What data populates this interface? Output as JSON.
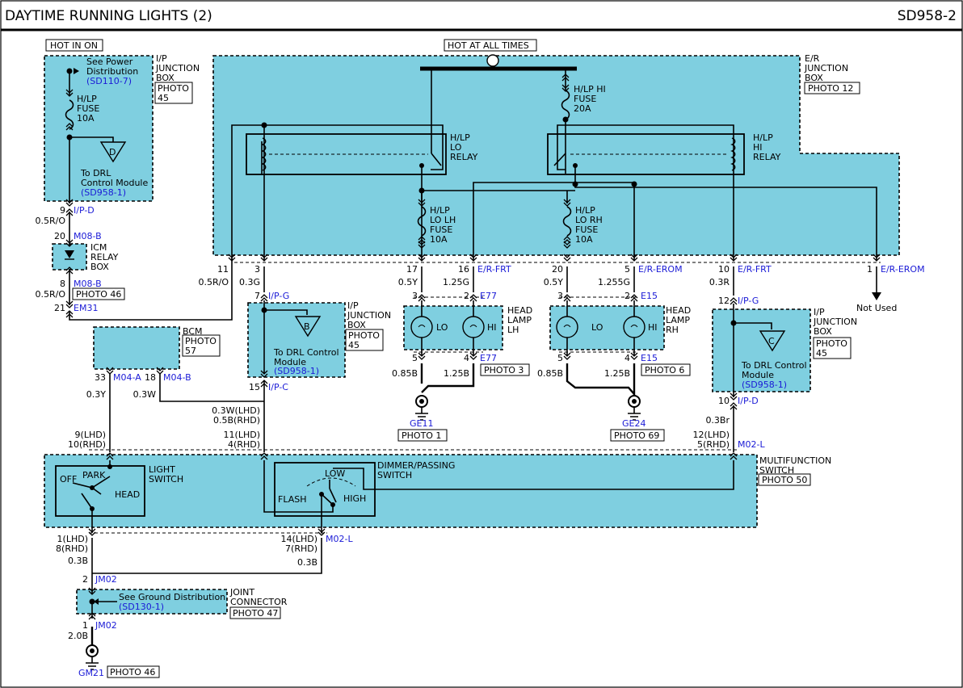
{
  "header": {
    "title": "DAYTIME RUNNING LIGHTS (2)",
    "code": "SD958-2"
  },
  "labels": {
    "hot_in_on": "HOT IN ON",
    "hot_all": "HOT AT ALL TIMES",
    "ip_box1": [
      "I/P",
      "JUNCTION",
      "BOX"
    ],
    "photo45a": "PHOTO",
    "photo45b": "45",
    "see_power": [
      "See Power",
      "Distribution"
    ],
    "sd110": "(SD110-7)",
    "hlp_fuse10": [
      "H/LP",
      "FUSE",
      "10A"
    ],
    "d_letter": "D",
    "to_drl_d": [
      "To DRL",
      "Control Module"
    ],
    "sd958_1": "(SD958-1)",
    "er_box": [
      "E/R",
      "JUNCTION",
      "BOX"
    ],
    "photo12": "PHOTO 12",
    "hlp_hi_fuse": [
      "H/LP HI",
      "FUSE",
      "20A"
    ],
    "lo_relay": [
      "H/LP",
      "LO",
      "RELAY"
    ],
    "hi_relay": [
      "H/LP",
      "HI",
      "RELAY"
    ],
    "lo_lh_fuse": [
      "H/LP",
      "LO LH",
      "FUSE",
      "10A"
    ],
    "lo_rh_fuse": [
      "H/LP",
      "LO RH",
      "FUSE",
      "10A"
    ],
    "icm": [
      "ICM",
      "RELAY",
      "BOX"
    ],
    "photo46": "PHOTO 46",
    "bcm": "BCM",
    "photo57": [
      "PHOTO",
      "57"
    ],
    "b_letter": "B",
    "to_drl_b": [
      "To DRL Control",
      "Module"
    ],
    "ip_box2": [
      "I/P",
      "JUNCTION",
      "BOX"
    ],
    "head_lh": [
      "HEAD",
      "LAMP",
      "LH"
    ],
    "head_rh": [
      "HEAD",
      "LAMP",
      "RH"
    ],
    "lo": "LO",
    "hi": "HI",
    "photo3": "PHOTO 3",
    "photo6": "PHOTO 6",
    "ge11": "GE11",
    "photo1": "PHOTO 1",
    "ge24": "GE24",
    "photo69": "PHOTO 69",
    "not_used": "Not Used",
    "c_letter": "C",
    "to_drl_c": [
      "To DRL Control",
      "Module"
    ],
    "ip_box3": [
      "I/P",
      "JUNCTION",
      "BOX"
    ],
    "multi": [
      "MULTIFUNCTION",
      "SWITCH"
    ],
    "photo50": "PHOTO 50",
    "light_switch": [
      "LIGHT",
      "SWITCH"
    ],
    "off": "OFF",
    "park": "PARK",
    "head": "HEAD",
    "dimmer": [
      "DIMMER/PASSING",
      "SWITCH"
    ],
    "low": "LOW",
    "flash": "FLASH",
    "high": "HIGH",
    "see_ground": "See Ground Distribution",
    "sd130": "(SD130-1)",
    "joint": [
      "JOINT",
      "CONNECTOR"
    ],
    "photo47": "PHOTO 47",
    "gm21": "GM21",
    "photo46b": "PHOTO 46"
  },
  "pins": {
    "p9": "9",
    "ipd": "I/P-D",
    "w05ro_a": "0.5R/O",
    "p20a": "20",
    "m08b_a": "M08-B",
    "p8": "8",
    "m08b_b": "M08-B",
    "w05ro_b": "0.5R/O",
    "p21": "21",
    "em31": "EM31",
    "p11": "11",
    "w05ro_c": "0.5R/O",
    "p3a": "3",
    "w03g": "0.3G",
    "p7": "7",
    "ipg_a": "I/P-G",
    "p17": "17",
    "erfrt_a": "E/R-FRT",
    "p16": "16",
    "w05y_a": "0.5Y",
    "w125g": "1.25G",
    "p3b": "3",
    "p2a": "2",
    "e77a": "E77",
    "p5a": "5",
    "p4a": "4",
    "e77b": "E77",
    "w085b_a": "0.85B",
    "w125b_a": "1.25B",
    "p20b": "20",
    "erom_a": "E/R-EROM",
    "p5b": "5",
    "w05y_b": "0.5Y",
    "w1255g": "1.255G",
    "p3c": "3",
    "p2b": "2",
    "e15a": "E15",
    "p5c": "5",
    "p4b": "4",
    "e15b": "E15",
    "w085b_b": "0.85B",
    "w125b_b": "1.25B",
    "p10a": "10",
    "erfrt_b": "E/R-FRT",
    "w03r": "0.3R",
    "p1a": "1",
    "erom_b": "E/R-EROM",
    "p12": "12",
    "ipg_b": "I/P-G",
    "p10b": "10",
    "ipd_b": "I/P-D",
    "w03br": "0.3Br",
    "p12lhd": "12(LHD)",
    "p5rhd": "5(RHD)",
    "m02l_a": "M02-L",
    "p33": "33",
    "m04a": "M04-A",
    "p18": "18",
    "m04b": "M04-B",
    "w03y": "0.3Y",
    "w03w": "0.3W",
    "p15": "15",
    "ipc": "I/P-C",
    "w03wlhd": "0.3W(LHD)",
    "w05brhd": "0.5B(RHD)",
    "p9lhd": "9(LHD)",
    "p10rhd": "10(RHD)",
    "p11lhd": "11(LHD)",
    "p4rhd": "4(RHD)",
    "p1lhd": "1(LHD)",
    "p8rhd": "8(RHD)",
    "w03b_a": "0.3B",
    "p14lhd": "14(LHD)",
    "p7rhd": "7(RHD)",
    "m02l_b": "M02-L",
    "w03b_b": "0.3B",
    "p2j": "2",
    "jm02a": "JM02",
    "p1j": "1",
    "jm02b": "JM02",
    "w20b": "2.0B"
  }
}
